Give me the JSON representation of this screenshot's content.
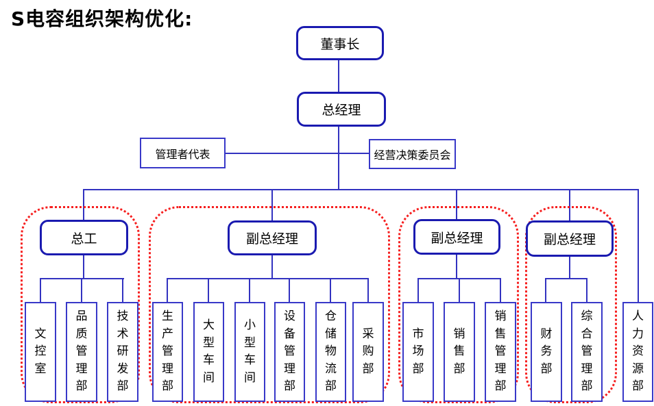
{
  "title": "S电容组织架构优化:",
  "nodes": {
    "chairman": "董事长",
    "general_manager": "总经理",
    "management_representative": "管理者代表",
    "decision_committee": "经营决策委员会",
    "hr_department": "人力资源部"
  },
  "groups": [
    {
      "head": "总工",
      "children": [
        "文控室",
        "品质管理部",
        "技术研发部"
      ]
    },
    {
      "head": "副总经理",
      "children": [
        "生产管理部",
        "大型车间",
        "小型车间",
        "设备管理部",
        "仓储物流部",
        "采购部"
      ]
    },
    {
      "head": "副总经理",
      "children": [
        "市场部",
        "销售部",
        "销售管理部"
      ]
    },
    {
      "head": "副总经理",
      "children": [
        "财务部",
        "综合管理部"
      ]
    }
  ],
  "colors": {
    "line": "#3232c0",
    "head_border": "#1a1ab0",
    "box_border": "#3838c8",
    "group_outline": "#f61e1e",
    "text": "#000000",
    "background": "#ffffff"
  }
}
